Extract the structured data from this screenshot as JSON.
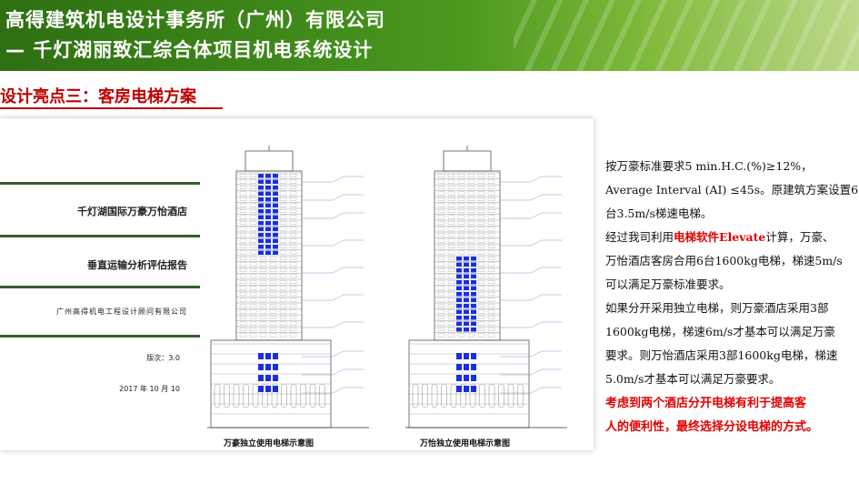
{
  "header": {
    "title_line1": "高得建筑机电设计事务所（广州）有限公司",
    "title_line2": "— 千灯湖丽致汇综合体项目机电系统设计"
  },
  "section_title": "设计亮点三：客房电梯方案",
  "report_cover": {
    "hotel_name": "千灯湖国际万豪万怡酒店",
    "report_title": "垂直运输分析评估报告",
    "company": "广州高得机电工程设计顾问有限公司",
    "version": "版次：3.0",
    "date": "2017 年 10 月 10"
  },
  "drawings": [
    {
      "caption": "万豪独立使用电梯示意图"
    },
    {
      "caption": "万怡独立使用电梯示意图"
    }
  ],
  "description": {
    "line1": "按万豪标准要求5 min.H.C.(%)≥12%，",
    "line2": "Average Interval (AI) ≤45s。原建筑方案设置6",
    "line3": "台3.5m/s梯速电梯。",
    "line4_prefix": "经过我司利用",
    "line4_highlight": "电梯软件Elevate",
    "line4_suffix": "计算，万豪、",
    "line5": "万怡酒店客房合用6台1600kg电梯，梯速5m/s",
    "line6": "可以满足万豪标准要求。",
    "line7": "如果分开采用独立电梯，则万豪酒店采用3部",
    "line8": "1600kg电梯，梯速6m/s才基本可以满足万豪",
    "line9": "要求。则万怡酒店采用3部1600kg电梯，梯速",
    "line10": "5.0m/s才基本可以满足万豪要求。",
    "conclusion_line1": "考虑到两个酒店分开电梯有利于提高客",
    "conclusion_line2": "人的便利性，最终选择分设电梯的方式。"
  },
  "colors": {
    "header_green": "#3f8a1a",
    "title_red": "#c00000",
    "elevator_blue": "#1a2ee0"
  }
}
